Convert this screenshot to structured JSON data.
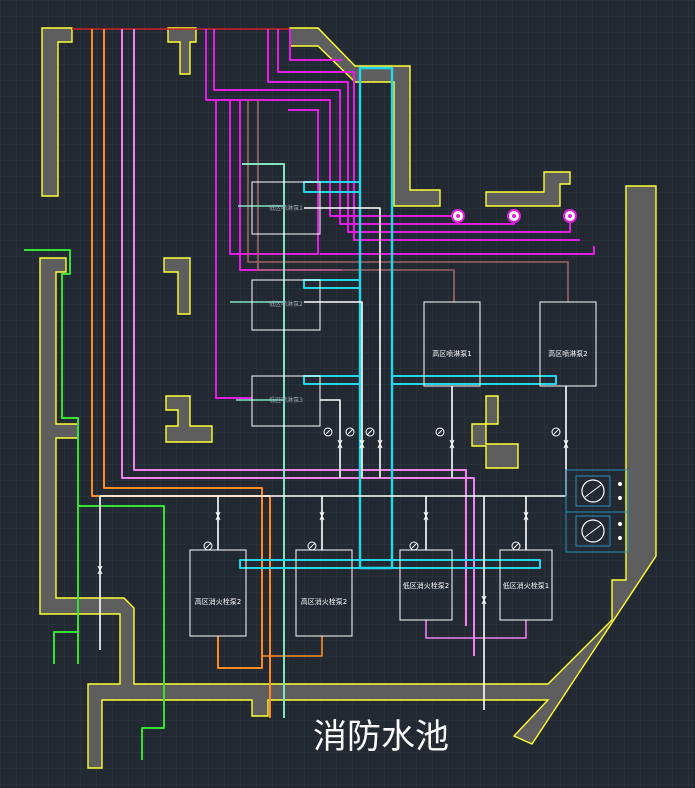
{
  "title": "消防水池",
  "colors": {
    "background": "#222933",
    "grid": "#2e3642",
    "wall_fill": "#5e5e5e",
    "wall_stroke": "#ffff33",
    "pipe_magenta": "#e21ee2",
    "pipe_orange": "#ff8a1e",
    "pipe_pink": "#ee82ee",
    "pipe_green": "#33e233",
    "pipe_mint": "#7fe3c0",
    "pipe_cyan": "#22d8e8",
    "pipe_brown": "#a06464",
    "pipe_white": "#ffffff",
    "pipe_red": "#cc2222",
    "equipment_stroke": "#ffffff",
    "pump_box": "#2a8fb8"
  },
  "pumps": [
    {
      "label": "低区喷淋泵1"
    },
    {
      "label": "低区喷淋泵2"
    },
    {
      "label": "低区喷淋泵3"
    }
  ],
  "tanks_upper": [
    {
      "label": "高区喷淋泵1"
    },
    {
      "label": "高区喷淋泵2"
    }
  ],
  "tanks_lower": [
    {
      "label": "高区消火栓泵2"
    },
    {
      "label": "高区消火栓泵2"
    },
    {
      "label": "低区消火栓泵2"
    },
    {
      "label": "低区消火栓泵1"
    }
  ],
  "icons": [
    "outlet-icon",
    "valve-icon",
    "pressure-gauge-icon",
    "pump-unit-icon"
  ]
}
